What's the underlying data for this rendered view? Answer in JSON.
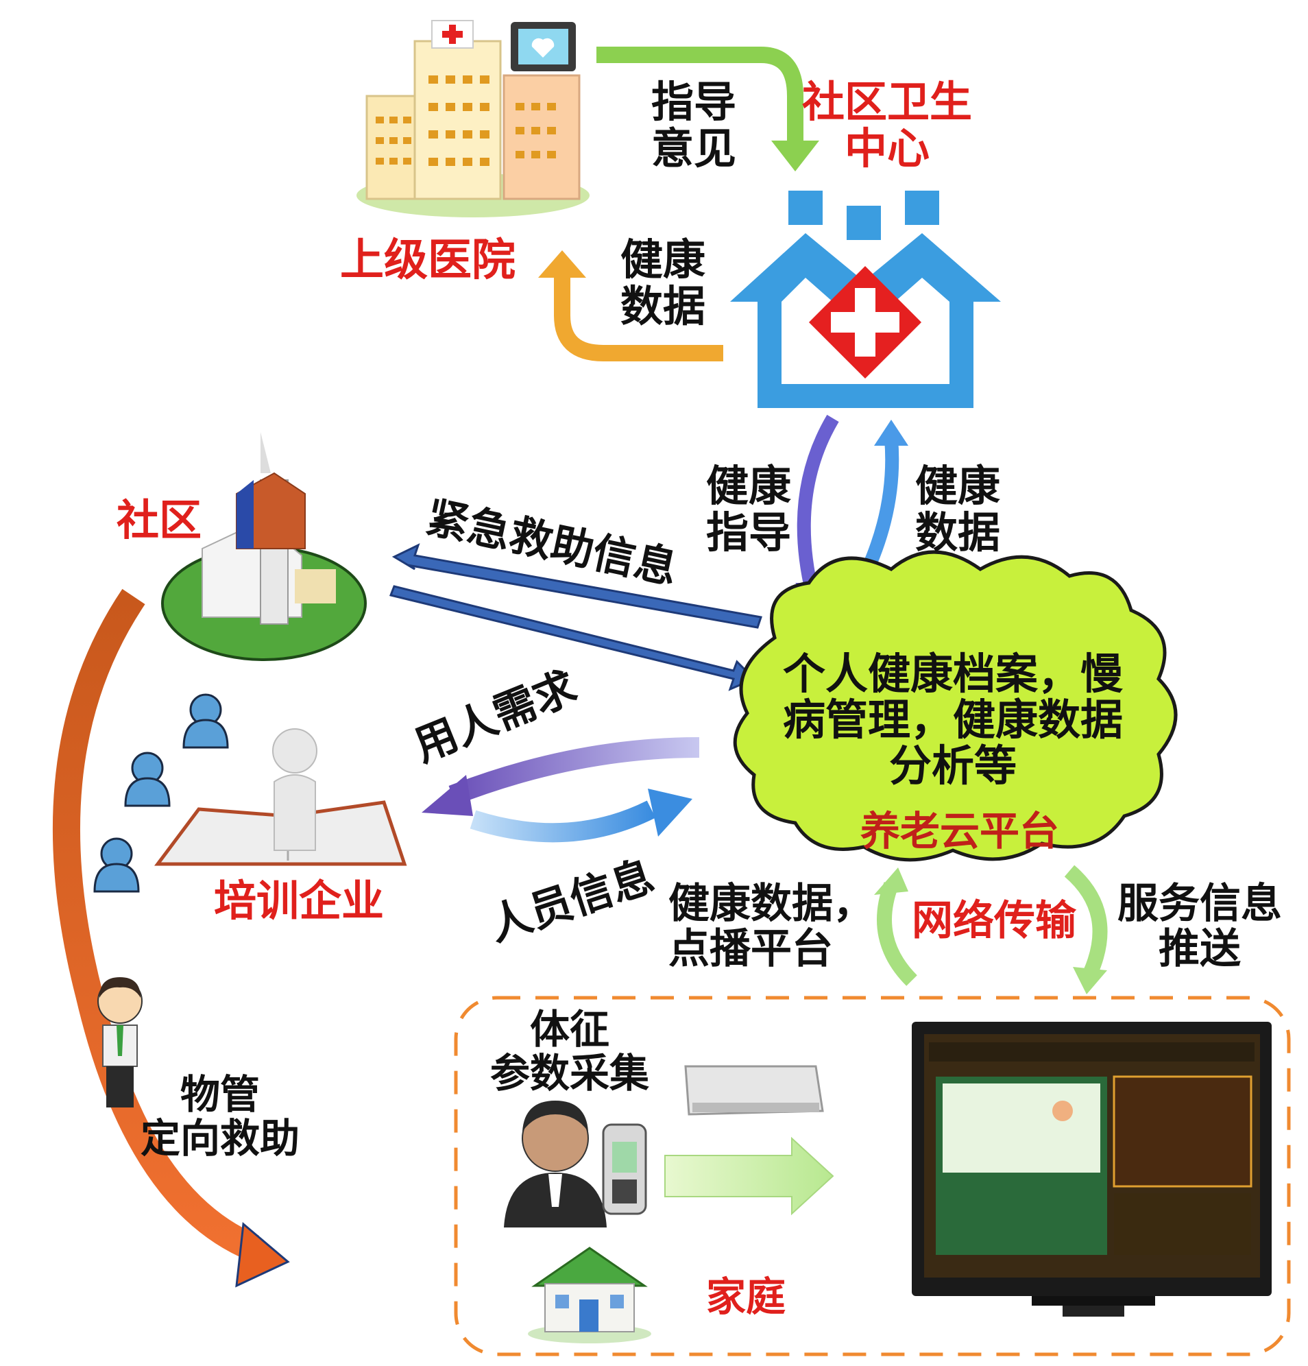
{
  "nodes": {
    "hospital": "上级医院",
    "community_health_center": "社区卫生\n中心",
    "community": "社区",
    "training_company": "培训企业",
    "family": "家庭",
    "cloud_platform": {
      "description": "个人健康档案，慢\n病管理，健康数据\n分析等",
      "title": "养老云平台"
    }
  },
  "edges": {
    "guidance_opinion": "指导\n意见",
    "health_data_up": "健康\n数据",
    "health_guidance": "健康\n指导",
    "health_data_mid": "健康\n数据",
    "emergency_info": "紧急救助信息",
    "employment_demand": "用人需求",
    "personnel_info": "人员信息",
    "health_vod": "健康数据，\n点播平台",
    "network": "网络传输",
    "service_push": "服务信息\n推送",
    "vital_collection": "体征\n参数采集",
    "property_rescue": "物管\n定向救助"
  },
  "colors": {
    "blue_cross_center": "#3b9de0",
    "red_label": "#e0201c",
    "cloud_green": "#c8f03c",
    "dashed_box": "#f08a30"
  }
}
